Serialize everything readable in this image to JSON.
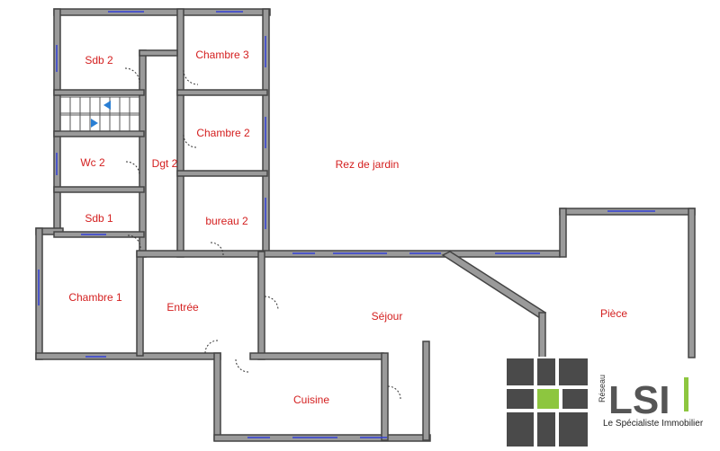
{
  "rooms": {
    "sdb2": "Sdb 2",
    "chambre3": "Chambre 3",
    "chambre2": "Chambre 2",
    "wc2": "Wc 2",
    "dgt2": "Dgt 2",
    "rez_de_jardin": "Rez de jardin",
    "sdb1": "Sdb 1",
    "bureau2": "bureau 2",
    "chambre1": "Chambre 1",
    "entree": "Entrée",
    "sejour": "Séjour",
    "piece": "Pièce",
    "cuisine": "Cuisine"
  },
  "logo": {
    "vertical_text": "Réseau",
    "letters": "LSI",
    "tagline": "Le Spécialiste Immobilier",
    "accent_color": "#8dc63f",
    "dark_color": "#4a4a4a"
  },
  "colors": {
    "wall": "#9a9a9a",
    "window": "#3340d8",
    "label": "#d42020"
  }
}
